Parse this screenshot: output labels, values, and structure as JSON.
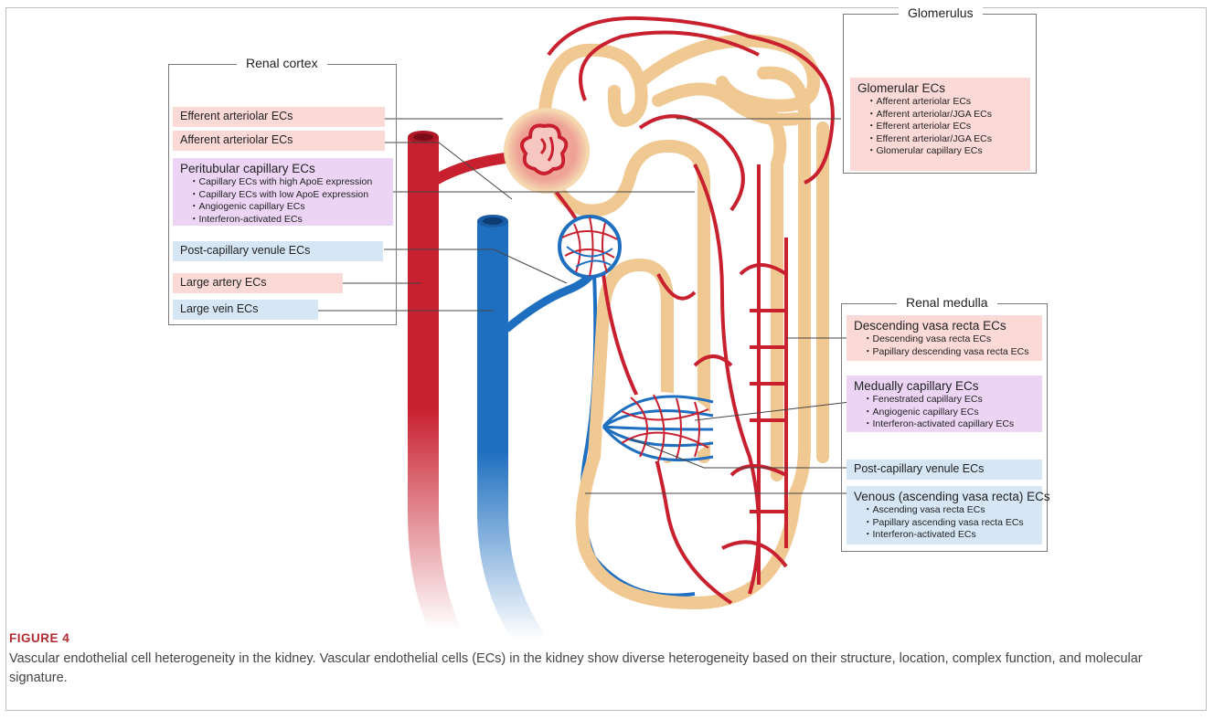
{
  "cortex": {
    "title": "Renal cortex",
    "efferent": "Efferent arteriolar ECs",
    "afferent": "Afferent arteriolar ECs",
    "peritubular": {
      "title": "Peritubular capillary ECs",
      "items": [
        "Capillary ECs with high ApoE expression",
        "Capillary ECs with low ApoE expression",
        "Angiogenic capillary ECs",
        "Interferon-activated ECs"
      ]
    },
    "post_capillary": "Post-capillary venule ECs",
    "large_artery": "Large artery ECs",
    "large_vein": "Large vein ECs"
  },
  "glomerulus": {
    "title": "Glomerulus",
    "box_title": "Glomerular ECs",
    "items": [
      "Afferent arteriolar ECs",
      "Afferent arteriolar/JGA ECs",
      "Efferent arteriolar ECs",
      "Efferent arteriolar/JGA ECs",
      "Glomerular capillary ECs"
    ]
  },
  "medulla": {
    "title": "Renal medulla",
    "descending": {
      "title": "Descending vasa recta ECs",
      "items": [
        "Descending vasa recta ECs",
        "Papillary descending vasa recta ECs"
      ]
    },
    "medullary": {
      "title": "Medually capillary ECs",
      "items": [
        "Fenestrated capillary ECs",
        "Angiogenic capillary ECs",
        "Interferon-activated capillary ECs"
      ]
    },
    "post_capillary": "Post-capillary venule ECs",
    "venous": {
      "title": "Venous (ascending vasa recta) ECs",
      "items": [
        "Ascending vasa recta ECs",
        "Papillary ascending vasa recta ECs",
        "Interferon-activated ECs"
      ]
    }
  },
  "caption": {
    "label": "FIGURE 4",
    "text": "Vascular endothelial cell heterogeneity in the kidney. Vascular endothelial cells (ECs) in the kidney show diverse heterogeneity based on their structure, location, complex function, and molecular signature."
  },
  "colors": {
    "artery": "#c8202f",
    "vein": "#1f6fc0",
    "tubule": "#f0c892",
    "red_box": "#fad9d7",
    "blue_box": "#d6e6f4",
    "purple_box": "#ecd5f4"
  }
}
